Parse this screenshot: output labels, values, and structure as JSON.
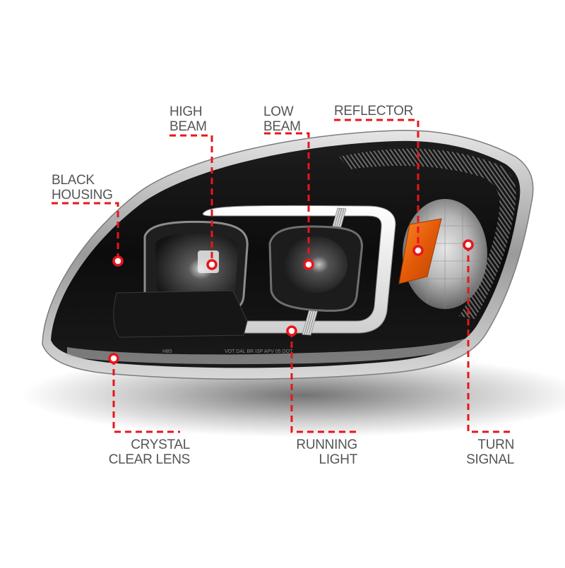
{
  "image": {
    "subject": "black housing headlight with LED running light bar",
    "background": "#ffffff"
  },
  "colors": {
    "callout_line": "#e8151b",
    "label_text": "#555555",
    "housing": "#111111",
    "chrome": "#c8c8c8",
    "amber_reflector": "#f26a10",
    "led_bar": "#f2f2f2"
  },
  "callouts": {
    "black_housing": {
      "line1": "BLACK",
      "line2": "HOUSING"
    },
    "high_beam": {
      "line1": "HIGH",
      "line2": "BEAM"
    },
    "low_beam": {
      "line1": "LOW",
      "line2": "BEAM"
    },
    "reflector": {
      "line1": "REFLECTOR"
    },
    "crystal_clear_lens": {
      "line1": "CRYSTAL",
      "line2": "CLEAR LENS"
    },
    "running_light": {
      "line1": "RUNNING",
      "line2": "LIGHT"
    },
    "turn_signal": {
      "line1": "TURN",
      "line2": "SIGNAL"
    }
  },
  "lens_markings": {
    "left": "HB5",
    "right": "VOT DAL  BR  ISP  APV 05 DOT"
  }
}
